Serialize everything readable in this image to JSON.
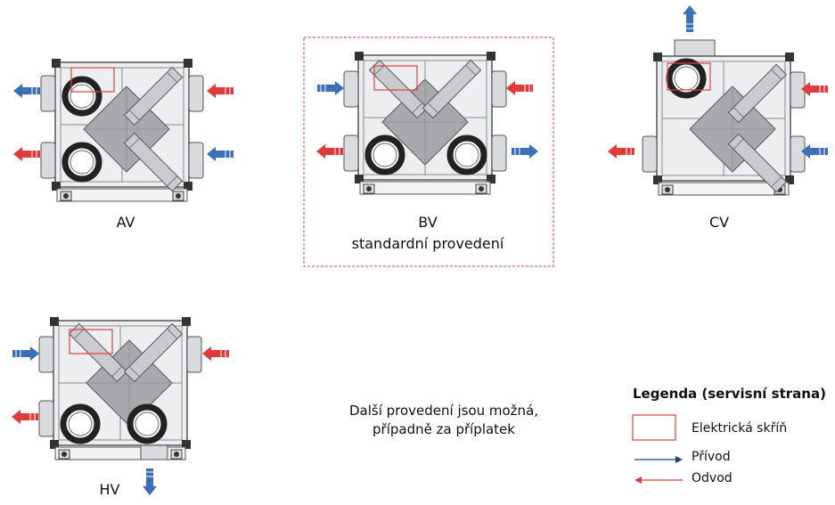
{
  "variants": [
    {
      "id": "AV",
      "label": "AV",
      "sublabel": ""
    },
    {
      "id": "BV",
      "label": "BV",
      "sublabel": "standardní provedení"
    },
    {
      "id": "CV",
      "label": "CV",
      "sublabel": ""
    },
    {
      "id": "HV",
      "label": "HV",
      "sublabel": ""
    }
  ],
  "note": {
    "line1": "Další provedení jsou možná,",
    "line2": "případně za příplatek"
  },
  "legend": {
    "title": "Legenda (servisní strana)",
    "electrical": "Elektrická skříň",
    "supply": "Přívod",
    "exhaust": "Odvod"
  },
  "colors": {
    "supply": "#3c6fb5",
    "exhaust": "#e03a3a",
    "highlight": "#e04040",
    "unit_fill": "#e6e8ea",
    "unit_stroke": "#555555"
  }
}
